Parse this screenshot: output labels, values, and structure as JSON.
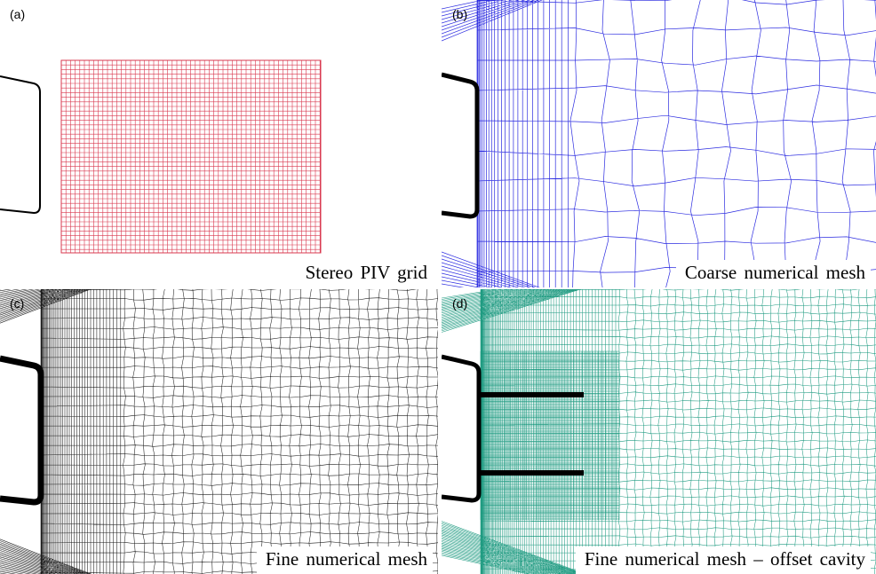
{
  "panels": [
    {
      "id": "a",
      "tag": "(a)",
      "caption": "Stereo PIV grid",
      "color": "#d9384f"
    },
    {
      "id": "b",
      "tag": "(b)",
      "caption": "Coarse numerical mesh",
      "color": "#2b2be0"
    },
    {
      "id": "c",
      "tag": "(c)",
      "caption": "Fine numerical mesh",
      "color": "#1a1a1a"
    },
    {
      "id": "d",
      "tag": "(d)",
      "caption": "Fine numerical mesh – offset cavity",
      "color": "#1d9a80"
    }
  ]
}
